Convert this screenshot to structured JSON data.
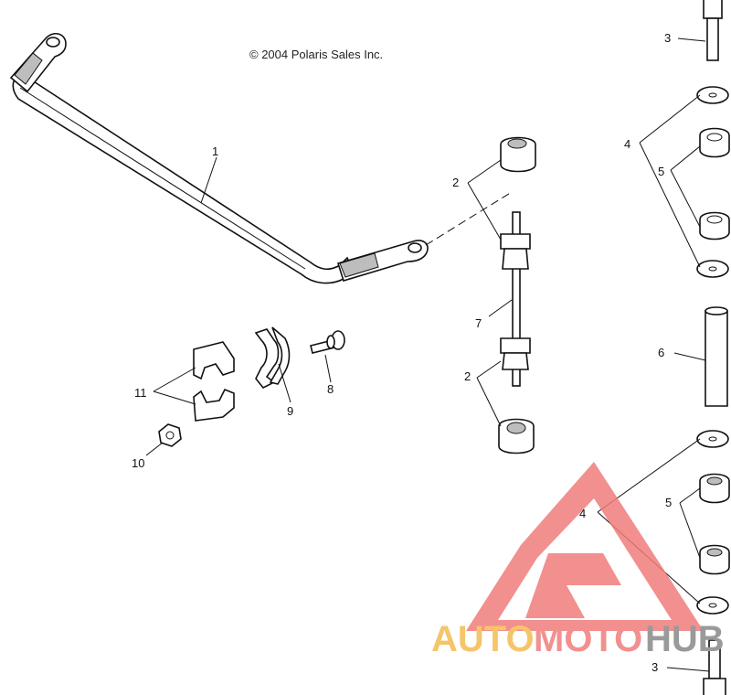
{
  "copyright": "© 2004 Polaris Sales Inc.",
  "callouts": {
    "c1": "1",
    "c2a": "2",
    "c2b": "2",
    "c3a": "3",
    "c3b": "3",
    "c4a": "4",
    "c4b": "4",
    "c5a": "5",
    "c5b": "5",
    "c6": "6",
    "c7": "7",
    "c8": "8",
    "c9": "9",
    "c10": "10",
    "c11": "11"
  },
  "watermark": {
    "part1": "AUTO",
    "part2": "MOTO",
    "part3": "HUB",
    "color_part1": "#f5c56a",
    "color_part2": "#f29090",
    "color_part3": "#9a9a9a",
    "logo_color": "#f07c7c"
  }
}
